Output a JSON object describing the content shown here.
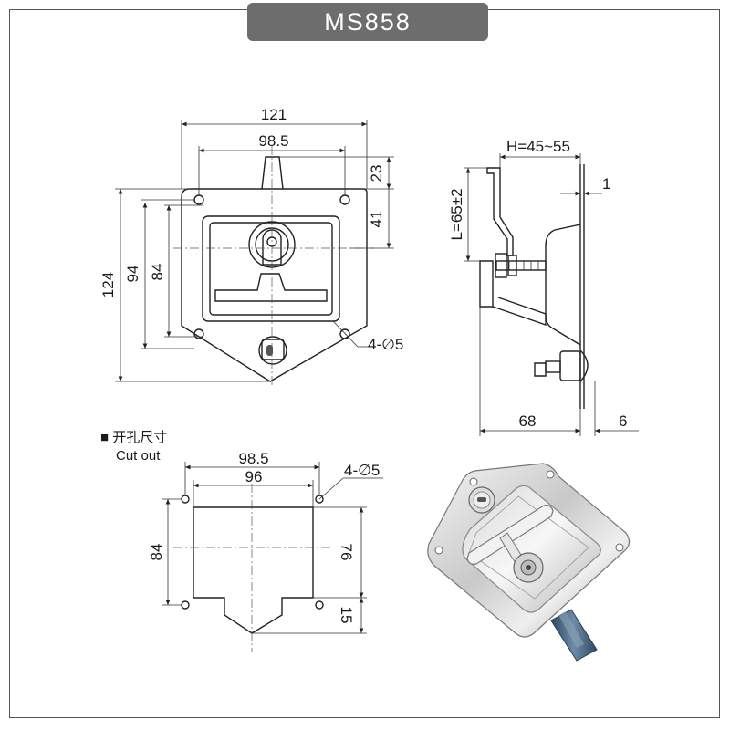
{
  "title": "MS858",
  "front_view": {
    "dims": {
      "width_overall": "121",
      "width_holes": "98.5",
      "top_offset": "23",
      "handle_height": "41",
      "height_overall": "124",
      "height_holes": "94",
      "height_inner": "84",
      "holes": "4-∅5"
    }
  },
  "side_view": {
    "dims": {
      "h_range": "H=45~55",
      "thickness": "1",
      "l_length": "L=65±2",
      "depth": "68",
      "flange": "6"
    }
  },
  "cutout": {
    "heading_cn": "■ 开孔尺寸",
    "heading_en": "Cut out",
    "dims": {
      "width_holes": "98.5",
      "width_opening": "96",
      "height_holes": "84",
      "height_opening": "76",
      "notch": "15",
      "holes": "4-∅5"
    }
  },
  "colors": {
    "badge": "#6d6d6d",
    "frame": "#555555",
    "steel_light": "#e8e8e8",
    "steel_dark": "#8a8a8a",
    "key_blue": "#3d5a78"
  }
}
